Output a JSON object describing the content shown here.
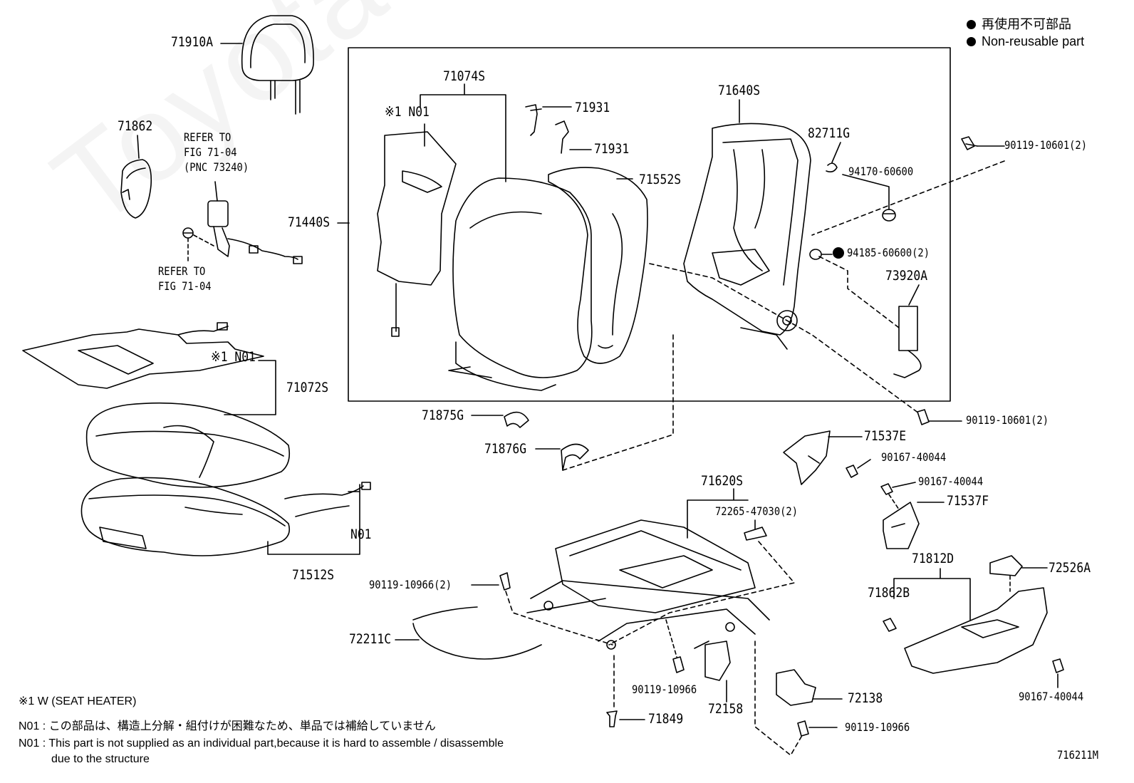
{
  "watermark": "ToyotaCarMate.ru",
  "legend": {
    "line1": "再使用不可部品",
    "line2": "Non-reusable part"
  },
  "figure_id": "716211M",
  "parts": {
    "p71910A": "71910A",
    "p71862": "71862",
    "refer1_line1": "REFER TO",
    "refer1_line2": "FIG 71-04",
    "refer1_line3": "(PNC 73240)",
    "refer2_line1": "REFER TO",
    "refer2_line2": "FIG 71-04",
    "p71074S": "71074S",
    "n01_top": "※1 N01",
    "p71931a": "71931",
    "p71931b": "71931",
    "p71552S": "71552S",
    "p71440S": "71440S",
    "p71640S": "71640S",
    "p82711G": "82711G",
    "p94170": "94170-60600",
    "p90119_10601a": "90119-10601(2)",
    "p94185": "94185-60600(2)",
    "p73920A": "73920A",
    "n01_mid": "※1 N01",
    "p71072S": "71072S",
    "p90119_10601b": "90119-10601(2)",
    "p71875G": "71875G",
    "p71876G": "71876G",
    "p71537E": "71537E",
    "p90167a": "90167-40044",
    "p90167b": "90167-40044",
    "p71537F": "71537F",
    "p71620S": "71620S",
    "p72265": "72265-47030(2)",
    "n01_low": "N01",
    "p71512S": "71512S",
    "p90119_10966a": "90119-10966(2)",
    "p72211C": "72211C",
    "p90119_10966b": "90119-10966",
    "p72158": "72158",
    "p71849": "71849",
    "p72138": "72138",
    "p90119_10966c": "90119-10966",
    "p71812D": "71812D",
    "p72526A": "72526A",
    "p71862B": "71862B",
    "p90167c": "90167-40044"
  },
  "notes": {
    "note1": "※1  W (SEAT  HEATER)",
    "note2": "N01 : この部品は、構造上分解・組付けが困難なため、単品では補給していません",
    "note3": "N01 : This part is not supplied as an individual part,because it is hard to assemble / disassemble",
    "note4": "due to the structure"
  }
}
